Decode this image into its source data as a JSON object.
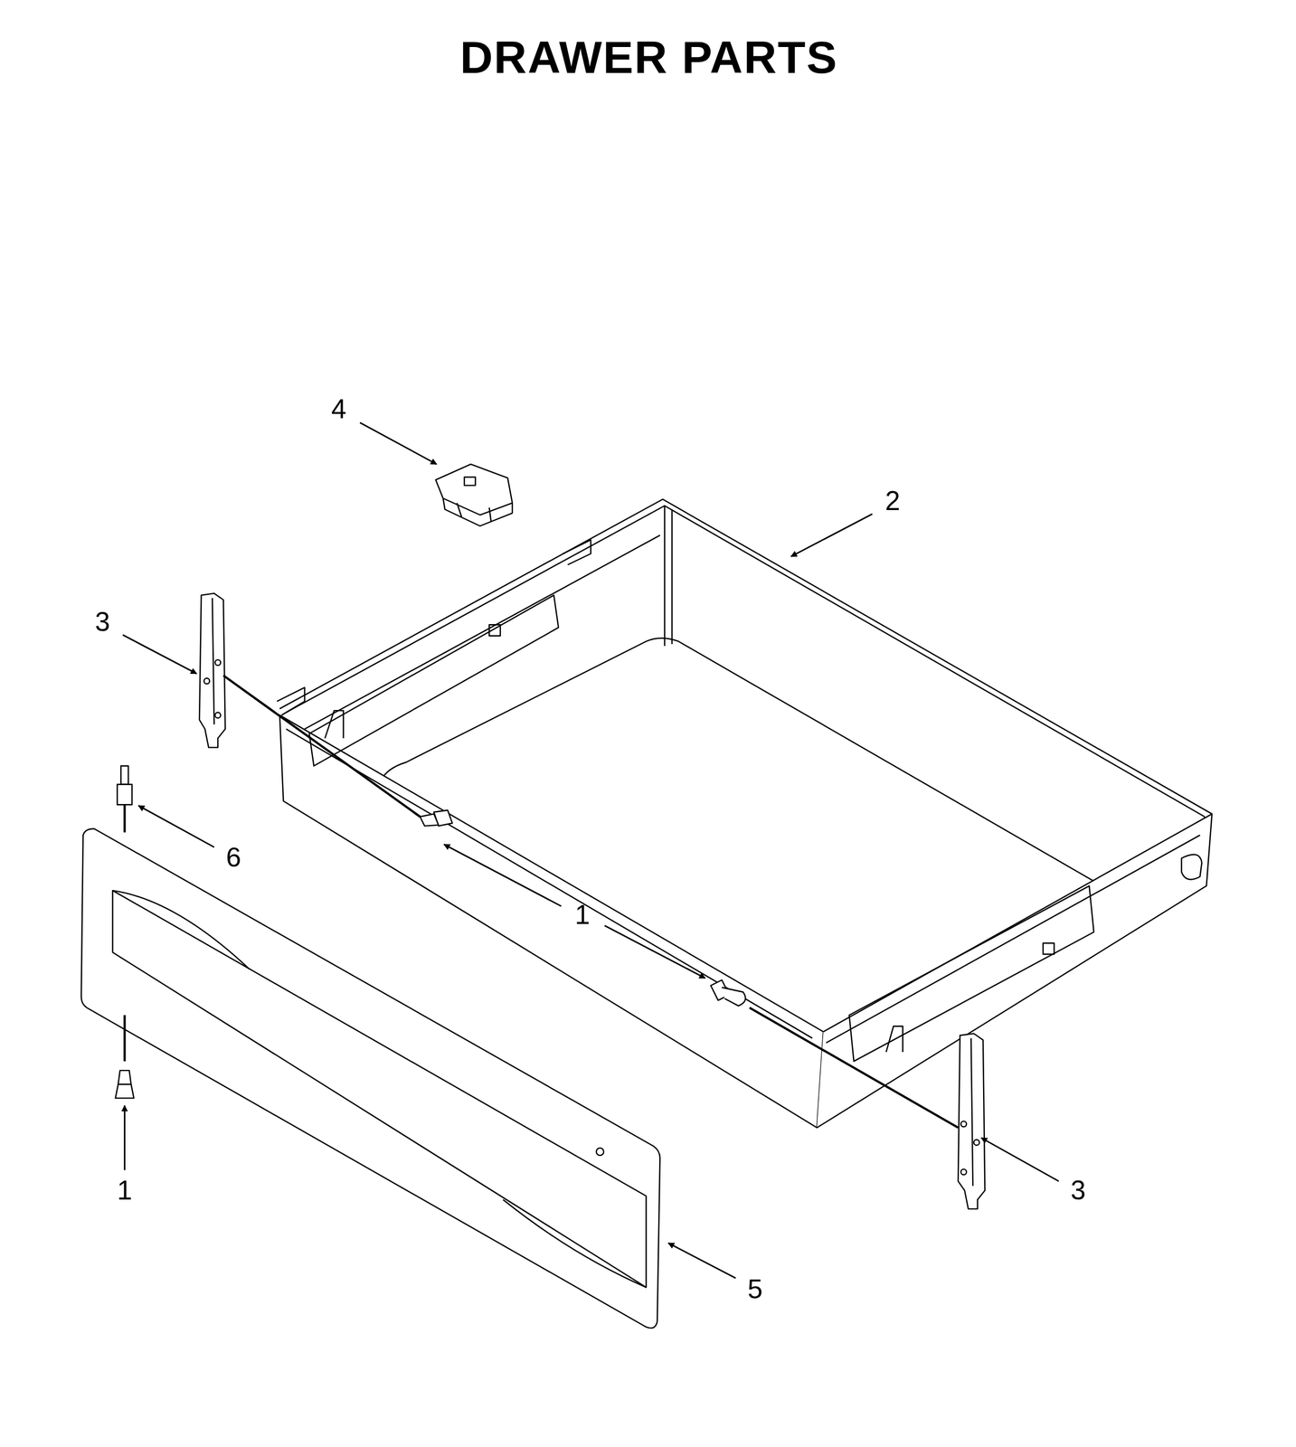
{
  "diagram": {
    "title": "DRAWER PARTS",
    "labels": [
      "4",
      "2",
      "3",
      "6",
      "1",
      "1",
      "3",
      "5"
    ]
  }
}
